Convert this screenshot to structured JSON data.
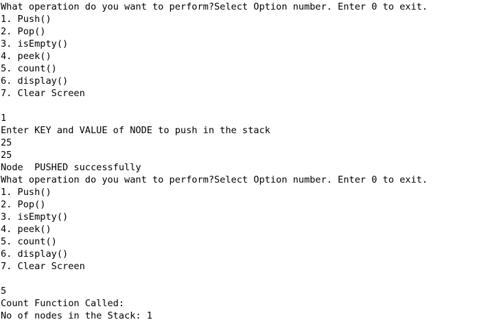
{
  "console": {
    "lines": [
      "What operation do you want to perform?Select Option number. Enter 0 to exit.",
      "1. Push()",
      "2. Pop()",
      "3. isEmpty()",
      "4. peek()",
      "5. count()",
      "6. display()",
      "7. Clear Screen",
      "",
      "1",
      "Enter KEY and VALUE of NODE to push in the stack",
      "25",
      "25",
      "Node  PUSHED successfully",
      "What operation do you want to perform?Select Option number. Enter 0 to exit.",
      "1. Push()",
      "2. Pop()",
      "3. isEmpty()",
      "4. peek()",
      "5. count()",
      "6. display()",
      "7. Clear Screen",
      "",
      "5",
      "Count Function Called:",
      "No of nodes in the Stack: 1"
    ]
  }
}
